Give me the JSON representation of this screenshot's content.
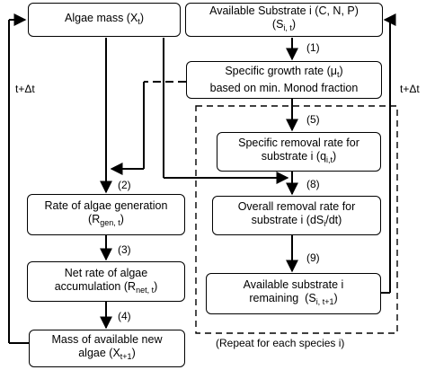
{
  "boxes": {
    "algae_mass": {
      "text": "Algae mass (X",
      "sub": "t",
      "close": ")"
    },
    "available_substrate": {
      "line1": "Available Substrate i (C, N, P)",
      "line2_pre": "(S",
      "line2_sub": "i, t",
      "line2_post": ")"
    },
    "specific_growth": {
      "line1_pre": "Specific growth rate (μ",
      "line1_sub": "t",
      "line1_post": ")",
      "line2": "based on min. Monod fraction"
    },
    "specific_removal": {
      "line1": "Specific removal rate for",
      "line2_pre": "substrate i (q",
      "line2_sub": "i,t",
      "line2_post": ")"
    },
    "overall_removal": {
      "line1": "Overall removal rate for",
      "line2_pre": "substrate i (dS",
      "line2_sub": "i",
      "line2_post": "/dt)"
    },
    "substrate_remaining": {
      "line1": "Available substrate i",
      "line2_pre": "remaining  (S",
      "line2_sub": "i, t+1",
      "line2_post": ")"
    },
    "rate_generation": {
      "line1": "Rate of algae generation",
      "line2_pre": "(R",
      "line2_sub": "gen, t",
      "line2_post": ")"
    },
    "net_rate": {
      "line1": "Net rate of algae",
      "line2_pre": "accumulation (R",
      "line2_sub": "net, t",
      "line2_post": ")"
    },
    "mass_new": {
      "line1": "Mass of available new",
      "line2_pre": "algae (X",
      "line2_sub": "t+1",
      "line2_post": ")"
    }
  },
  "step_labels": {
    "s1": "(1)",
    "s2": "(2)",
    "s3": "(3)",
    "s4": "(4)",
    "s5": "(5)",
    "s8": "(8)",
    "s9": "(9)"
  },
  "loop_labels": {
    "left": "t+Δt",
    "right": "t+Δt"
  },
  "repeat_note": "(Repeat for each species i)"
}
